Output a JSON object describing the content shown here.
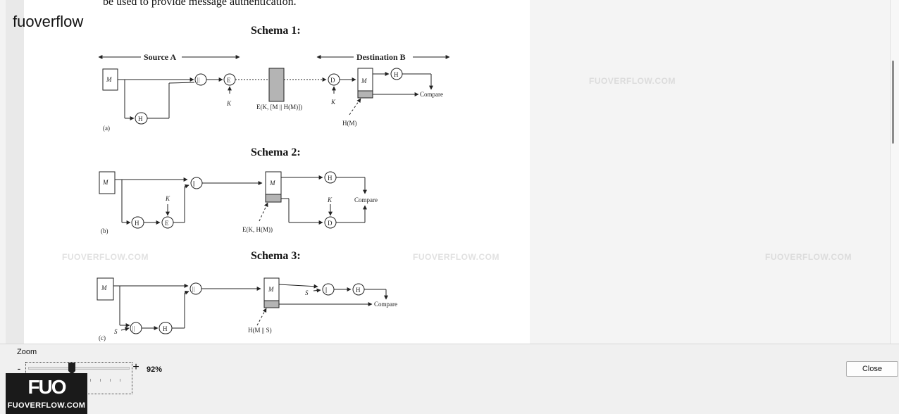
{
  "brand_label": "fuoverflow",
  "document": {
    "top_line": "be used to provide message authentication.",
    "schema_1_title": "Schema 1:",
    "schema_2_title": "Schema 2:",
    "schema_3_title": "Schema 3:",
    "diagram_a": {
      "source": "Source A",
      "destination": "Destination B",
      "m": "M",
      "h": "H",
      "concat": "||",
      "e": "E",
      "d": "D",
      "k": "K",
      "enc": "E(K, [M || H(M)])",
      "hm": "H(M)",
      "compare": "Compare",
      "tag": "(a)"
    },
    "diagram_b": {
      "m": "M",
      "h": "H",
      "concat": "||",
      "e": "E",
      "d": "D",
      "k": "K",
      "enc": "E(K, H(M))",
      "compare": "Compare",
      "tag": "(b)"
    },
    "diagram_c": {
      "m": "M",
      "h": "H",
      "concat": "||",
      "s": "S",
      "hms": "H(M || S)",
      "compare": "Compare",
      "tag": "(c)"
    }
  },
  "watermark": "FUOVERFLOW.COM",
  "zoom": {
    "label": "Zoom",
    "minus": "-",
    "plus": "+",
    "value": "92%",
    "level_percent": 92
  },
  "close_label": "Close",
  "logo": {
    "mark": "FUO",
    "text": "FUOVERFLOW.COM"
  },
  "colors": {
    "gray_block": "#b4b4b4",
    "page": "#ffffff",
    "logo_bg": "#1a1a1a"
  }
}
